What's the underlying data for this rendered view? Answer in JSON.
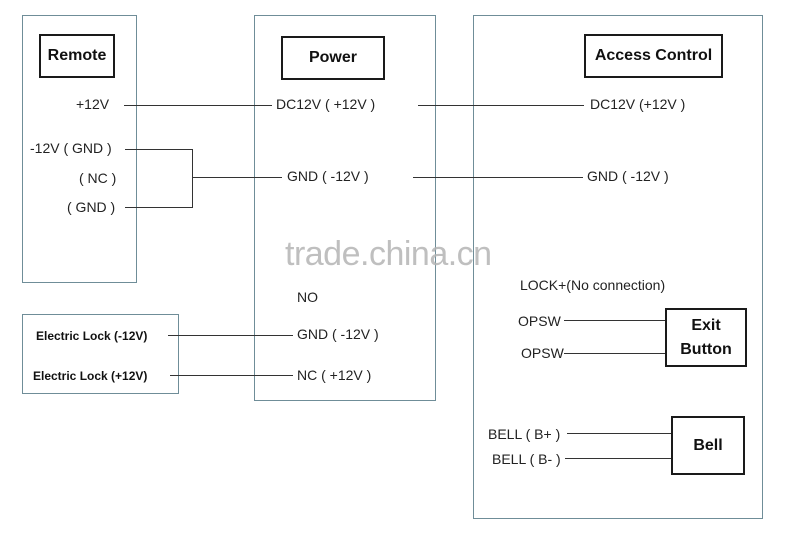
{
  "watermark": "trade.china.cn",
  "remote": {
    "title": "Remote",
    "terminals": [
      "+12V",
      "-12V ( GND )",
      "( NC )",
      "( GND )"
    ]
  },
  "power": {
    "title": "Power",
    "terminals": [
      "DC12V ( +12V )",
      "GND ( -12V )",
      "NO",
      "GND ( -12V )",
      "NC ( +12V )"
    ]
  },
  "access_control": {
    "title": "Access Control",
    "terminals": [
      "DC12V (+12V )",
      "GND ( -12V )",
      "LOCK+(No connection)",
      "OPSW",
      "OPSW",
      "BELL ( B+ )",
      "BELL ( B- )"
    ]
  },
  "electric_lock": {
    "terminals": [
      "Electric Lock (-12V)",
      "Electric Lock (+12V)"
    ]
  },
  "exit_button": {
    "line1": "Exit",
    "line2": "Button"
  },
  "bell": {
    "title": "Bell"
  }
}
